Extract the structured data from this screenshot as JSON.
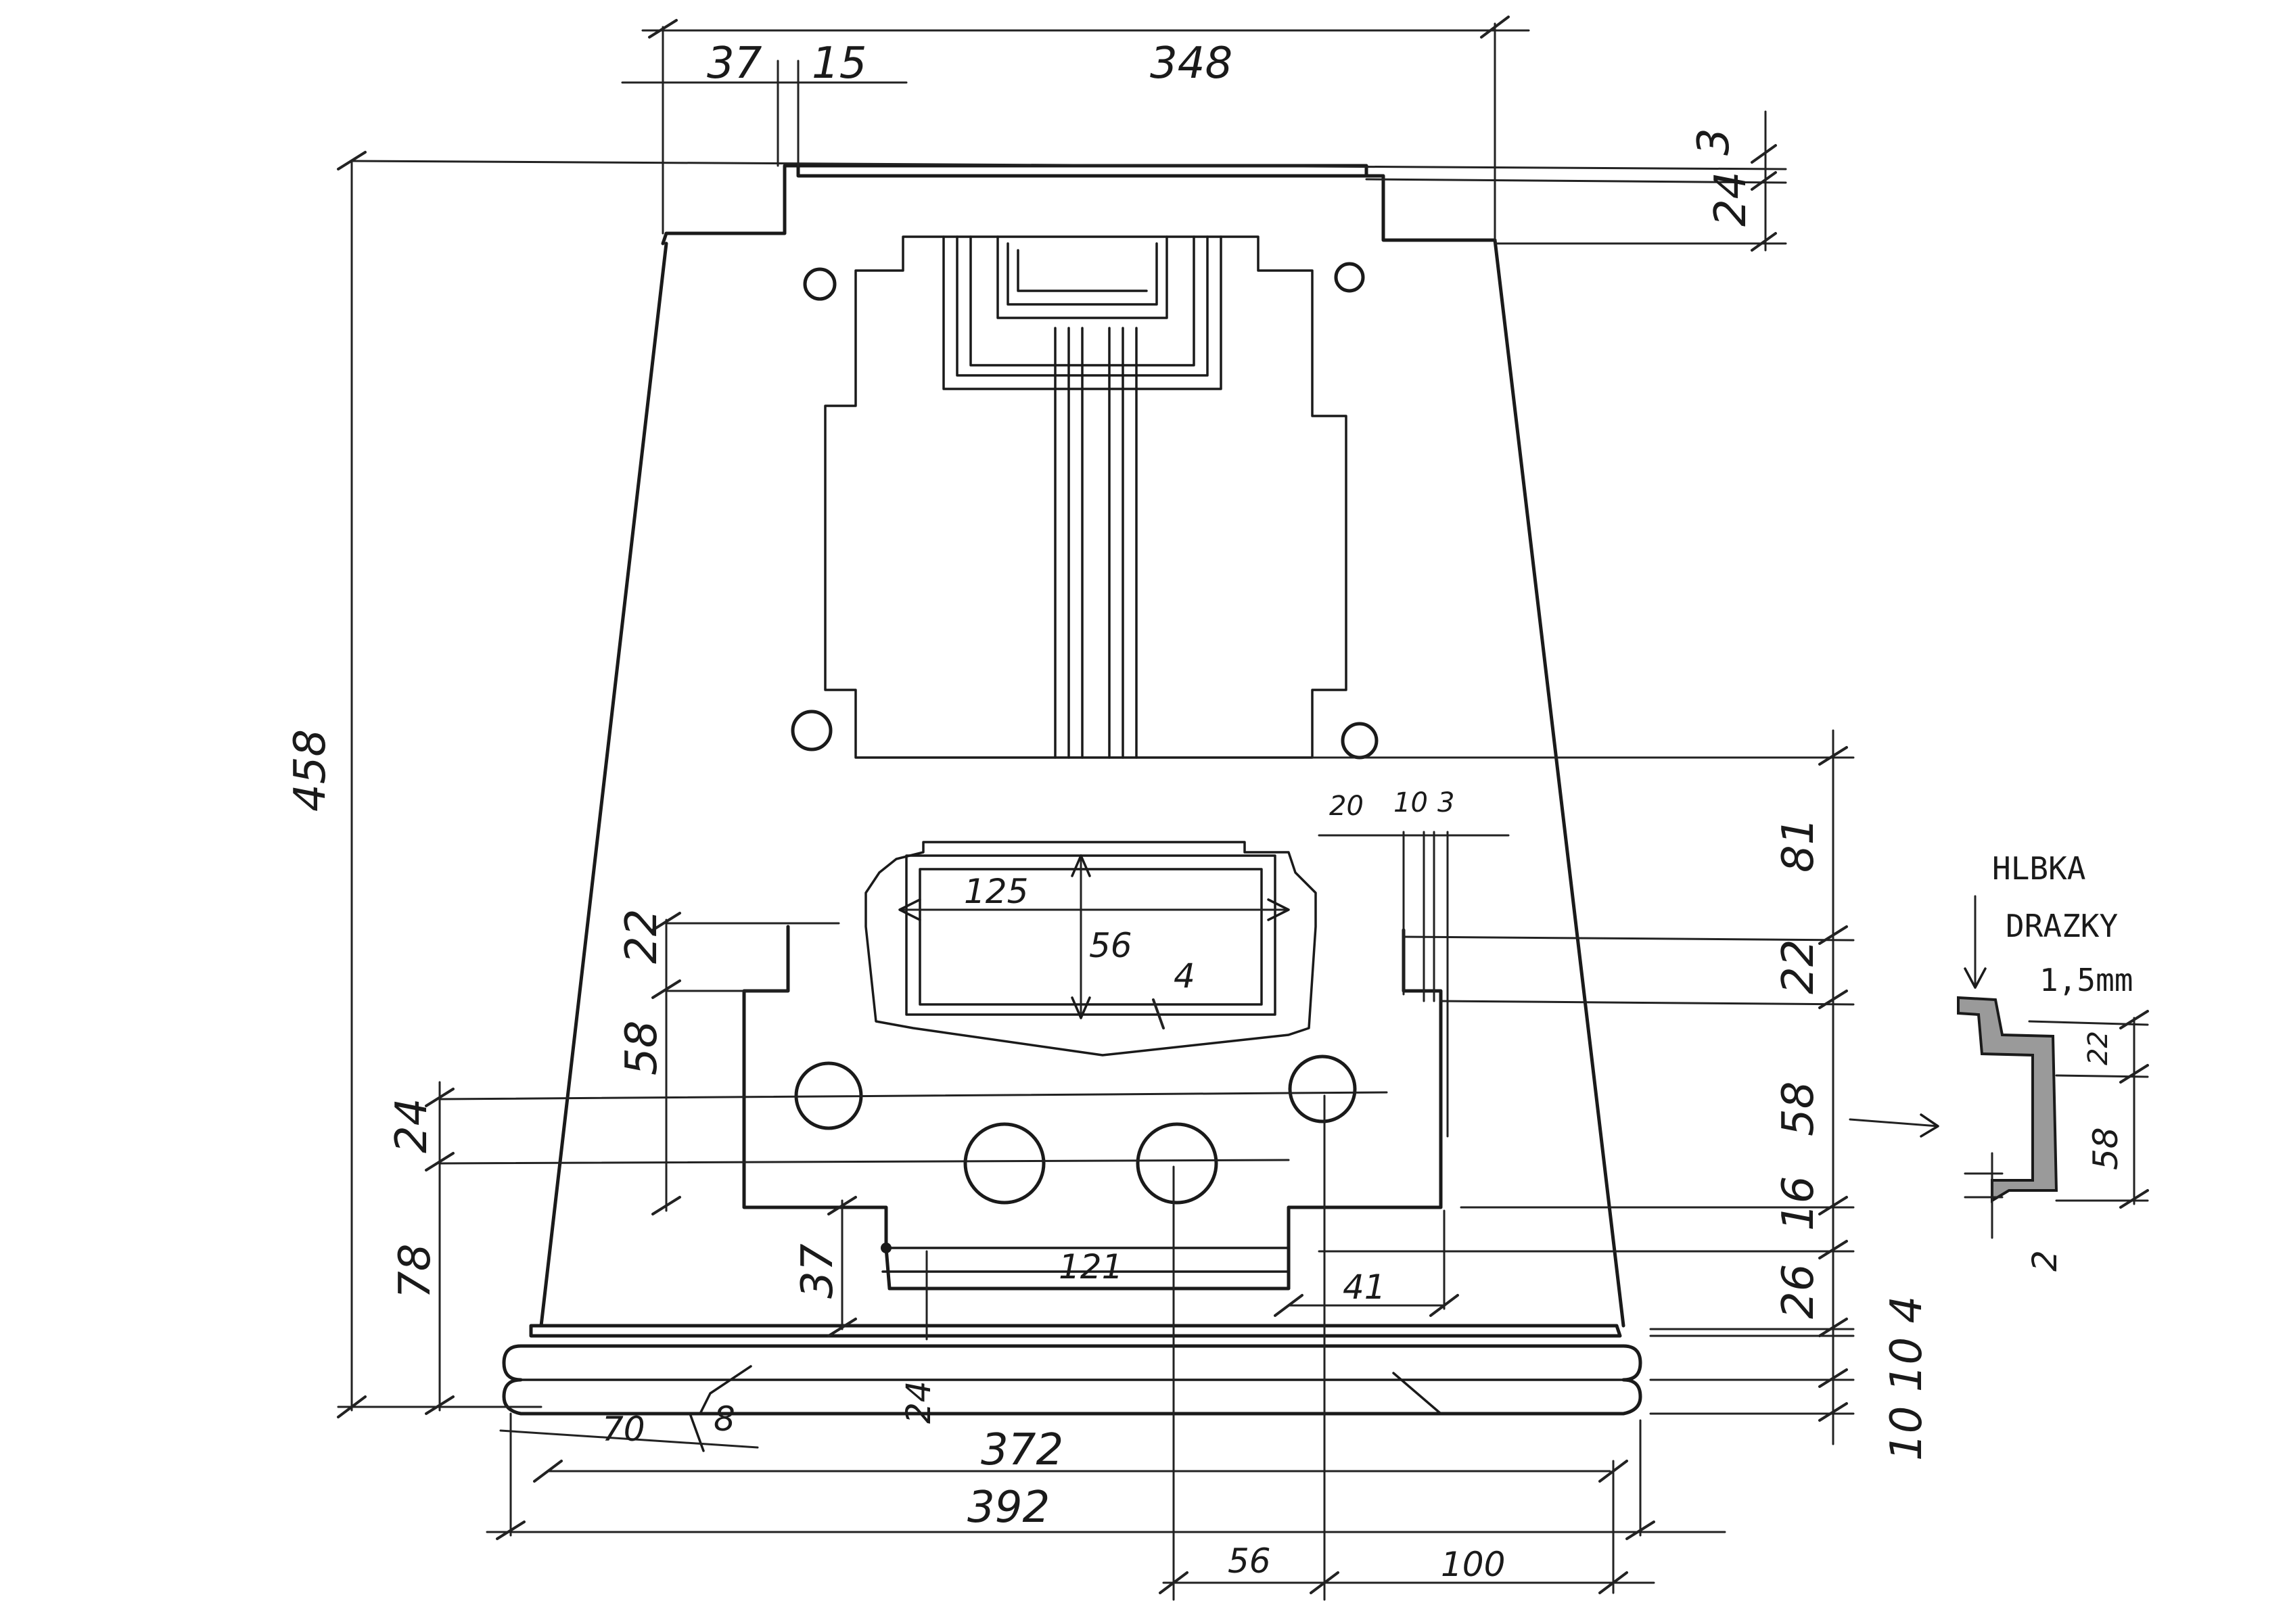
{
  "drawing": {
    "dimensions": {
      "top_37": "37",
      "top_15": "15",
      "top_348": "348",
      "right_3": "3",
      "right_24": "24",
      "height_458": "458",
      "slot_125": "125",
      "slot_56": "56",
      "slot_4": "4",
      "top_20": "20",
      "top_10": "10",
      "top_3b": "3",
      "r_81": "81",
      "r_22": "22",
      "r_58": "58",
      "r_16": "16",
      "r_26": "26",
      "r_10_4": "10 4",
      "r_10_10_4": "10 10 4",
      "r_10": "10",
      "l_22": "22",
      "l_58": "58",
      "l_24": "24",
      "l_78": "78",
      "l_37": "37",
      "c_121": "121",
      "c_41": "41",
      "b_70": "70",
      "b_8": "8",
      "b_24": "24",
      "b_372": "372",
      "b_392": "392",
      "b_56": "56",
      "b_100": "100"
    },
    "groove_note": {
      "line1": "HLBKA",
      "line2": "DRAZKY",
      "line3": "1,5mm"
    },
    "detail_dims": {
      "d_22": "22",
      "d_58": "58",
      "d_2": "2"
    }
  }
}
